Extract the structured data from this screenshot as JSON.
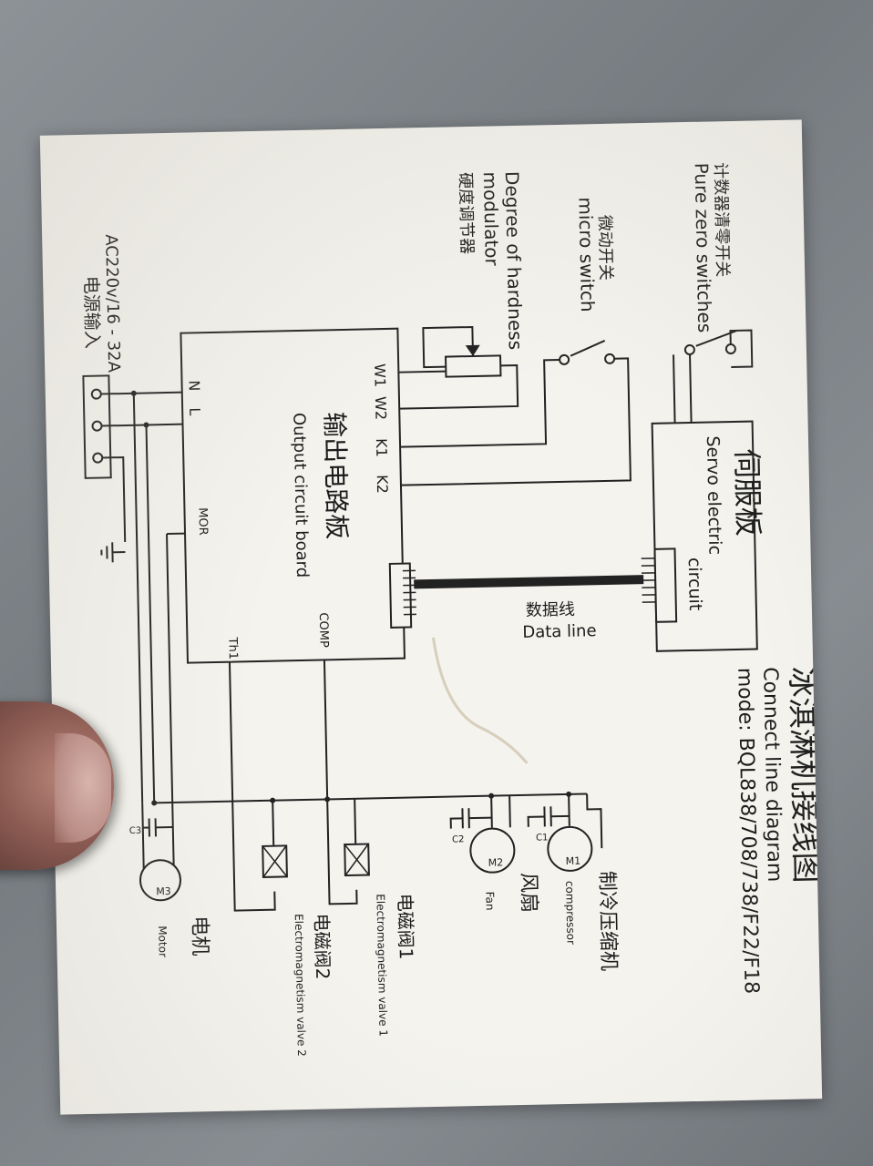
{
  "title": {
    "cn": "冰淇淋机接线图",
    "en": "Connect line diagram",
    "model": "mode: BQL838/708/738/F22/F18"
  },
  "servo": {
    "cn": "伺服板",
    "en1": "Servo electric",
    "en2": "circuit"
  },
  "output_board": {
    "cn": "输出电路板",
    "en": "Output circuit board",
    "terminals": {
      "w1": "W1",
      "w2": "W2",
      "k1": "K1",
      "k2": "K2",
      "n": "N",
      "l": "L",
      "mor": "MOR",
      "comp": "COMP",
      "th1": "Th1"
    }
  },
  "data_line": {
    "cn": "数据线",
    "en": "Data line"
  },
  "pure_zero": {
    "cn": "计数器清零开关",
    "en": "Pure zero switches"
  },
  "micro_switch": {
    "cn": "微动开关",
    "en": "micro switch"
  },
  "hardness": {
    "en1": "Degree of hardness",
    "en2": "modulator",
    "cn": "硬度调节器"
  },
  "power": {
    "en": "AC220v/16 - 32A",
    "cn": "电源输入"
  },
  "compressor": {
    "id": "M1",
    "cap": "C1",
    "cn": "制冷压缩机",
    "en": "compressor"
  },
  "fan": {
    "id": "M2",
    "cap": "C2",
    "cn": "风扇",
    "en": "Fan"
  },
  "motor": {
    "id": "M3",
    "cap": "C3",
    "cn": "电机",
    "en": "Motor"
  },
  "valve1": {
    "cn": "电磁阀1",
    "en": "Electromagnetism valve 1"
  },
  "valve2": {
    "cn": "电磁阀2",
    "en": "Electromagnetism valve 2"
  }
}
